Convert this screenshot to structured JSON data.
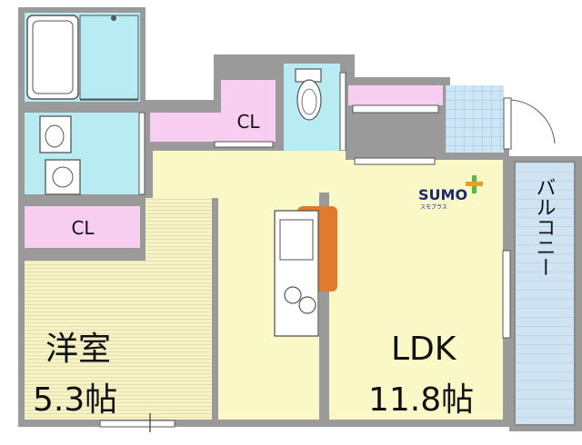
{
  "rooms": {
    "western_room": {
      "name": "洋室",
      "size": "5.3帖"
    },
    "ldk": {
      "name": "LDK",
      "size": "11.8帖"
    },
    "balcony": {
      "name": "バルコニー"
    },
    "closet_left": {
      "label": "CL"
    },
    "closet_top": {
      "label": "CL"
    }
  },
  "logo": {
    "brand": "SUMO",
    "sub": "スモプラス"
  },
  "colors": {
    "wall": "#9a9a9a",
    "western_floor": "#f7f3c6",
    "ldk_floor": "#fbf8c8",
    "wet_area": "#b8ecf2",
    "closet": "#f7cdf0",
    "balcony": "#cfe3f3",
    "counter": "#e07a2e"
  }
}
